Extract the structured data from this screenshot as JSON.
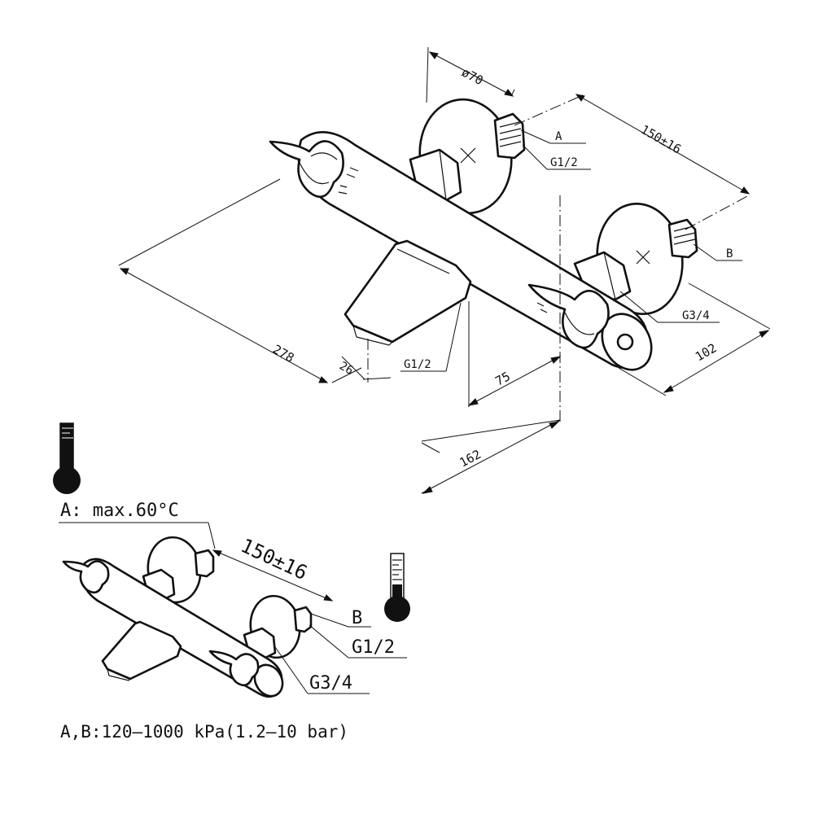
{
  "main_view": {
    "dim_phi": "ø70",
    "dim_spacing": "150±16",
    "label_a": "A",
    "label_b": "B",
    "thread_in_top": "G1/2",
    "thread_outlet": "G3/4",
    "thread_spout": "G1/2",
    "dim_length": "278",
    "dim_spout_height": "26",
    "dim_depth_spout": "75",
    "dim_depth_total": "162",
    "dim_wall": "102"
  },
  "small_view": {
    "temp_note": "A:  max.60°C",
    "dim_spacing": "150±16",
    "label_b": "B",
    "thread_in": "G1/2",
    "thread_outlet": "G3/4"
  },
  "pressure_note": "A,B:120–1000 kPa(1.2–10 bar)",
  "icons": {
    "hot": "thermometer-hot-icon",
    "cold": "thermometer-cold-icon"
  }
}
